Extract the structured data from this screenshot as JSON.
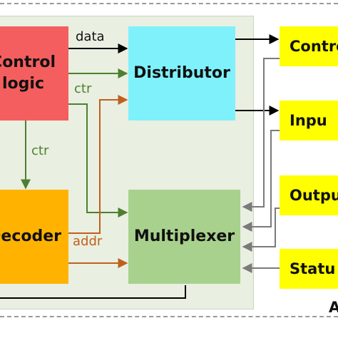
{
  "blocks": {
    "control_logic": {
      "line1": "Control",
      "line2": "logic"
    },
    "distributor": "Distributor",
    "decoder": "Decoder",
    "multiplexer": "Multiplexer"
  },
  "external_blocks": [
    "Contro",
    "Inpu",
    "Outpu",
    "Statu"
  ],
  "signals": {
    "data": "data",
    "ctr_distributor": "ctr",
    "ctr_decoder": "ctr",
    "addr": "addr"
  },
  "corner_label": "A",
  "colors": {
    "control_logic": "#f55e5e",
    "distributor": "#7ff1fb",
    "decoder": "#ffb300",
    "multiplexer": "#a8d18d",
    "external": "#ffff00",
    "panel": "#e9efe1",
    "ctr_wire": "#4e7f2f",
    "addr_wire": "#c0601c",
    "data_wire": "#000000",
    "status_wire": "#7a7a7a"
  }
}
